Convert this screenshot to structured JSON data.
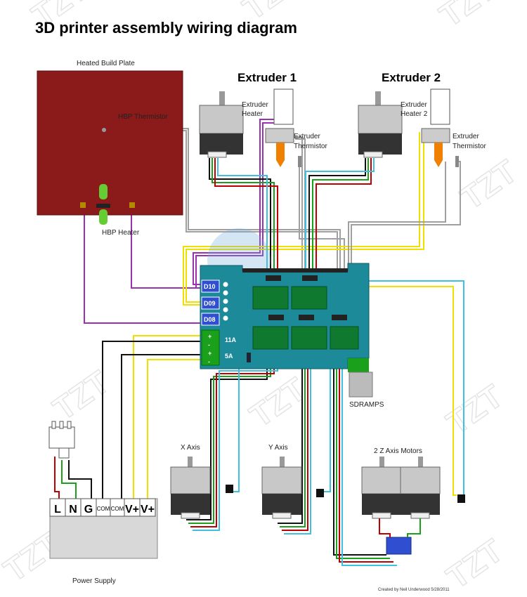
{
  "title": "3D printer assembly wiring diagram",
  "labels": {
    "heated_build_plate": "Heated Build Plate",
    "hbp_thermistor": "HBP Thermistor",
    "hbp_heater": "HBP Heater",
    "extruder1": "Extruder 1",
    "extruder2": "Extruder 2",
    "extruder_heater_line1": "Extruder",
    "extruder_heater_line2": "Heater",
    "extruder_heater2_line2": "Heater 2",
    "extruder_thermistor_line1": "Extruder",
    "extruder_thermistor_line2": "Thermistor",
    "x_axis": "X Axis",
    "y_axis": "Y Axis",
    "z_axis": "2 Z Axis Motors",
    "sdramps": "SDRAMPS",
    "power_supply": "Power Supply",
    "credit": "Created by Neil Underwood 5/28/2011",
    "d10": "D10",
    "d09": "D09",
    "d08": "D08",
    "amp_11": "11A",
    "amp_5": "5A"
  },
  "terminals": [
    "L",
    "N",
    "G",
    "COM",
    "COM",
    "V+",
    "V+"
  ],
  "watermark": "TZT",
  "colors": {
    "build_plate": "#8b1a1a",
    "board": "#1d8a9a",
    "wire_purple": "#9b30b0",
    "wire_gray": "#a0a0a0",
    "wire_yellow": "#f0e000",
    "wire_red": "#c00000",
    "wire_green": "#1aa01a",
    "wire_black": "#111111",
    "wire_cyan": "#40c0e0"
  }
}
